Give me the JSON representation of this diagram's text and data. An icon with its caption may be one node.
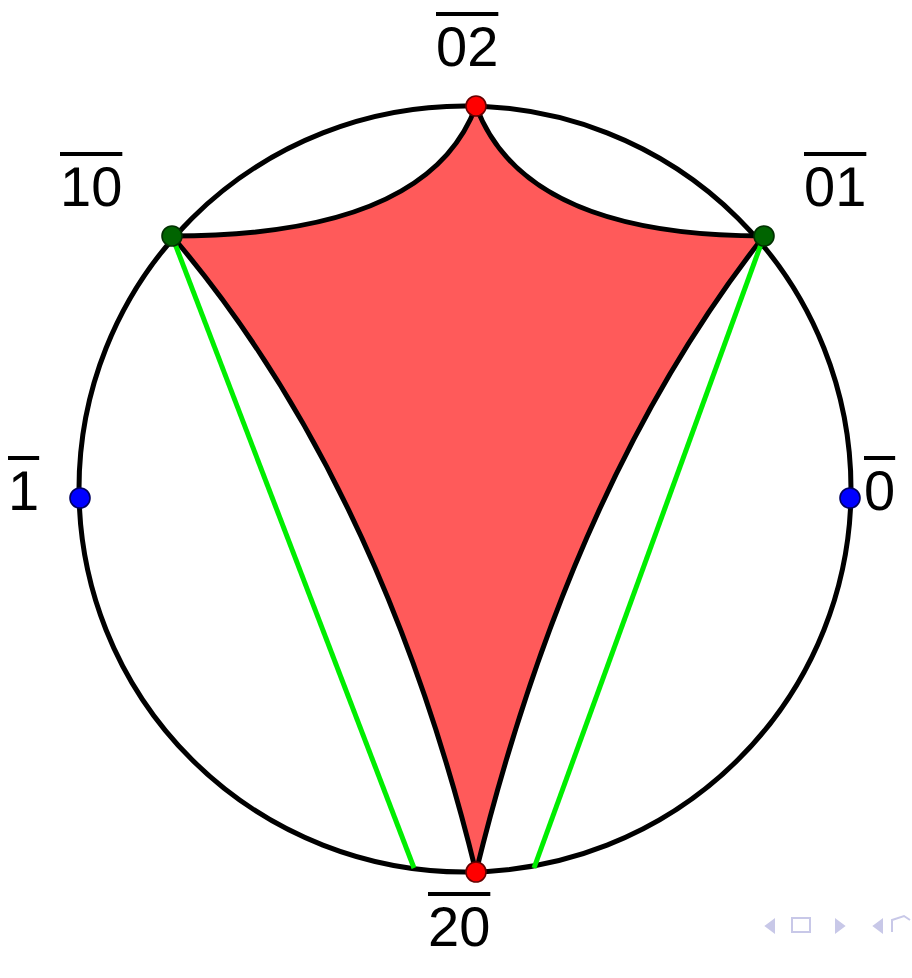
{
  "diagram": {
    "labels": [
      "02",
      "10",
      "01",
      "1",
      "0",
      "20"
    ]
  }
}
